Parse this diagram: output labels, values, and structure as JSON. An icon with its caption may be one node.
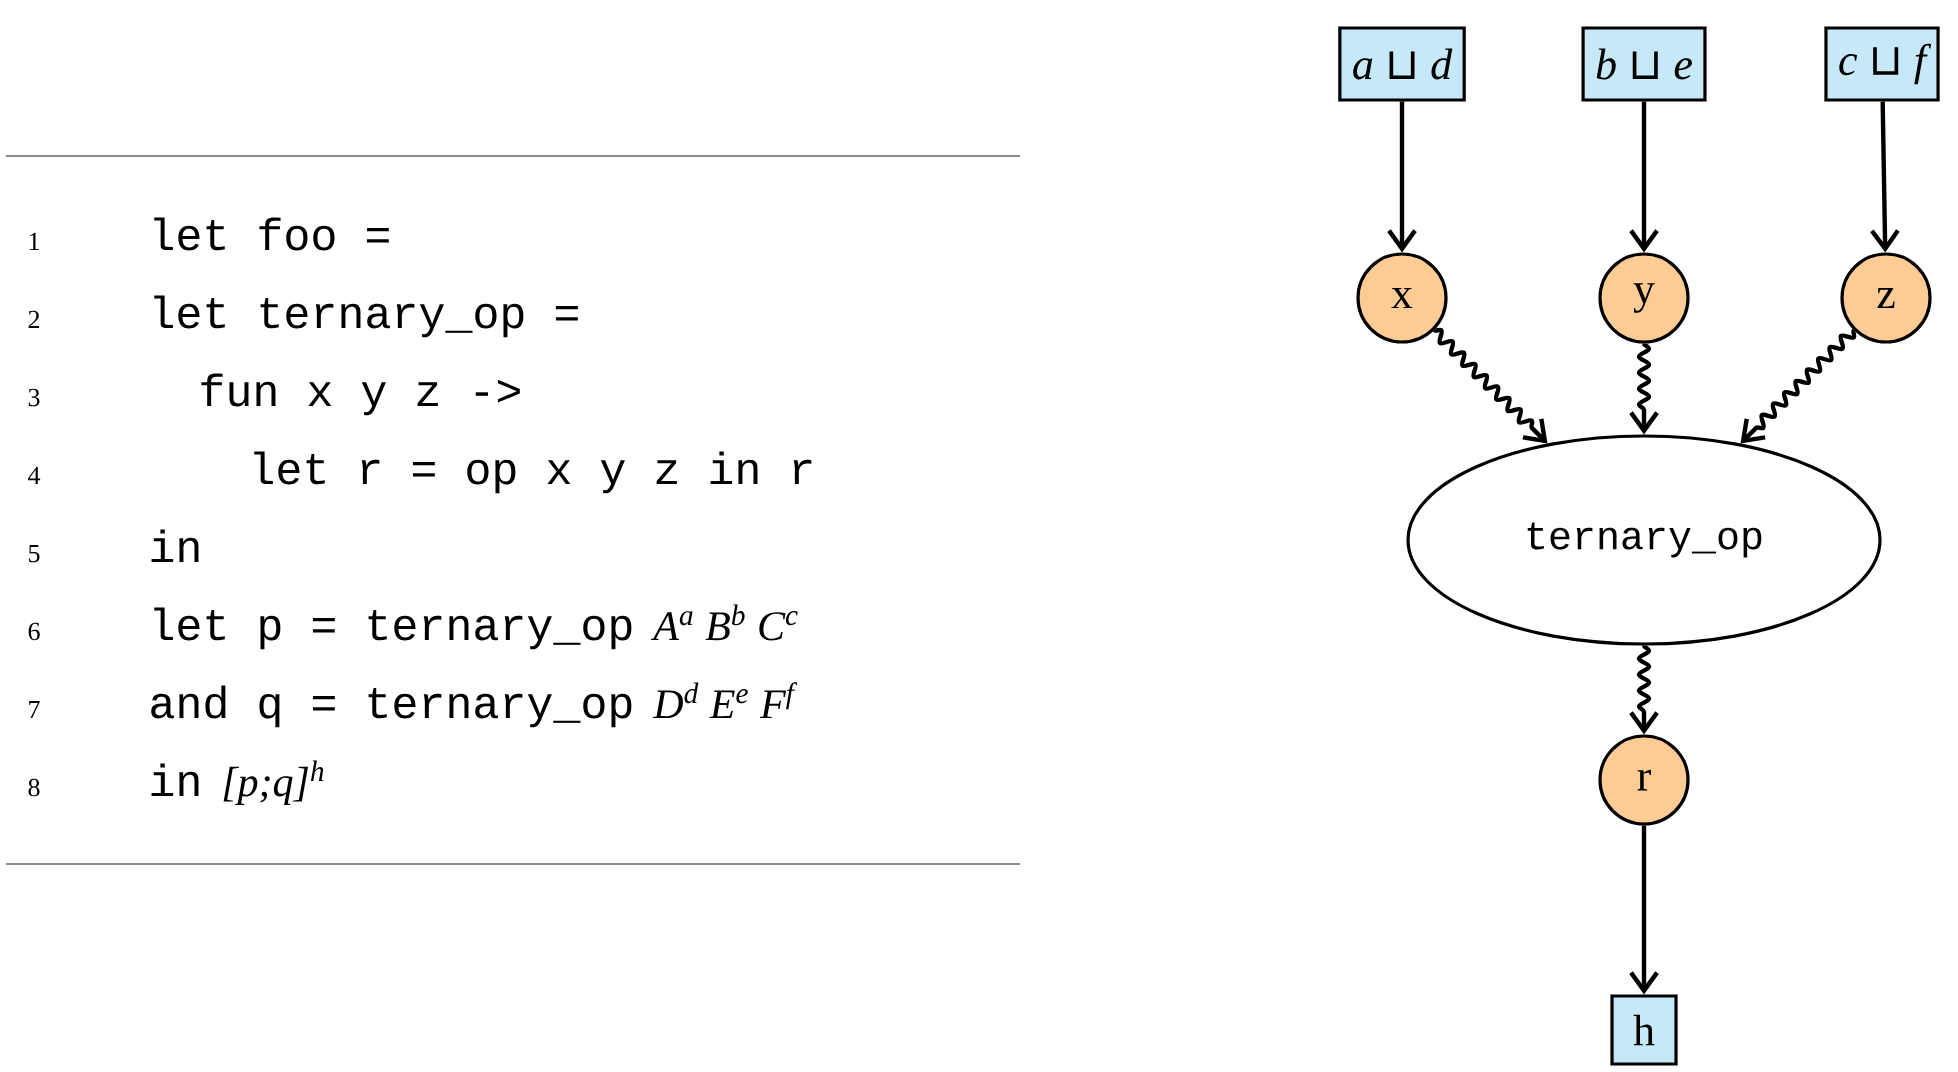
{
  "diagram": {
    "nodes": [
      {
        "text": [
          "a ⊔ d"
        ]
      },
      {
        "text": [
          "b ⊔ e"
        ]
      },
      {
        "text": [
          "c ⊔ f"
        ]
      },
      {
        "text": [
          "x"
        ]
      },
      {
        "text": [
          "y"
        ]
      },
      {
        "text": [
          "z"
        ]
      },
      {
        "text": [
          "ternary_op"
        ]
      },
      {
        "text": [
          "r"
        ]
      },
      {
        "text": [
          "h"
        ]
      }
    ],
    "edges": [
      {
        "from": 0,
        "to": 3,
        "arrow": "to"
      },
      {
        "from": 1,
        "to": 4,
        "arrow": "to"
      },
      {
        "from": 2,
        "to": 5,
        "arrow": "to"
      },
      {
        "from": 3,
        "to": 6,
        "arrow": "to"
      },
      {
        "from": 4,
        "to": 6,
        "arrow": "to"
      },
      {
        "from": 5,
        "to": 6,
        "arrow": "to"
      },
      {
        "from": 6,
        "to": 7,
        "arrow": "to"
      },
      {
        "from": 7,
        "to": 8,
        "arrow": "to"
      }
    ],
    "labels": [
      "1",
      "let foo =",
      "2",
      "let ternary_op =",
      "3",
      "fun x y z ->",
      "4",
      "let r = op x y z in r",
      "5",
      "in",
      "6",
      "let p = ternary_op",
      "A$^{a}$ B$^{b}$ C$^{c}$",
      "7",
      "and q = ternary_op",
      "D$^{d}$ E$^{e}$ F$^{f}$",
      "8",
      "in",
      "[p;q]$^{h}$"
    ]
  }
}
